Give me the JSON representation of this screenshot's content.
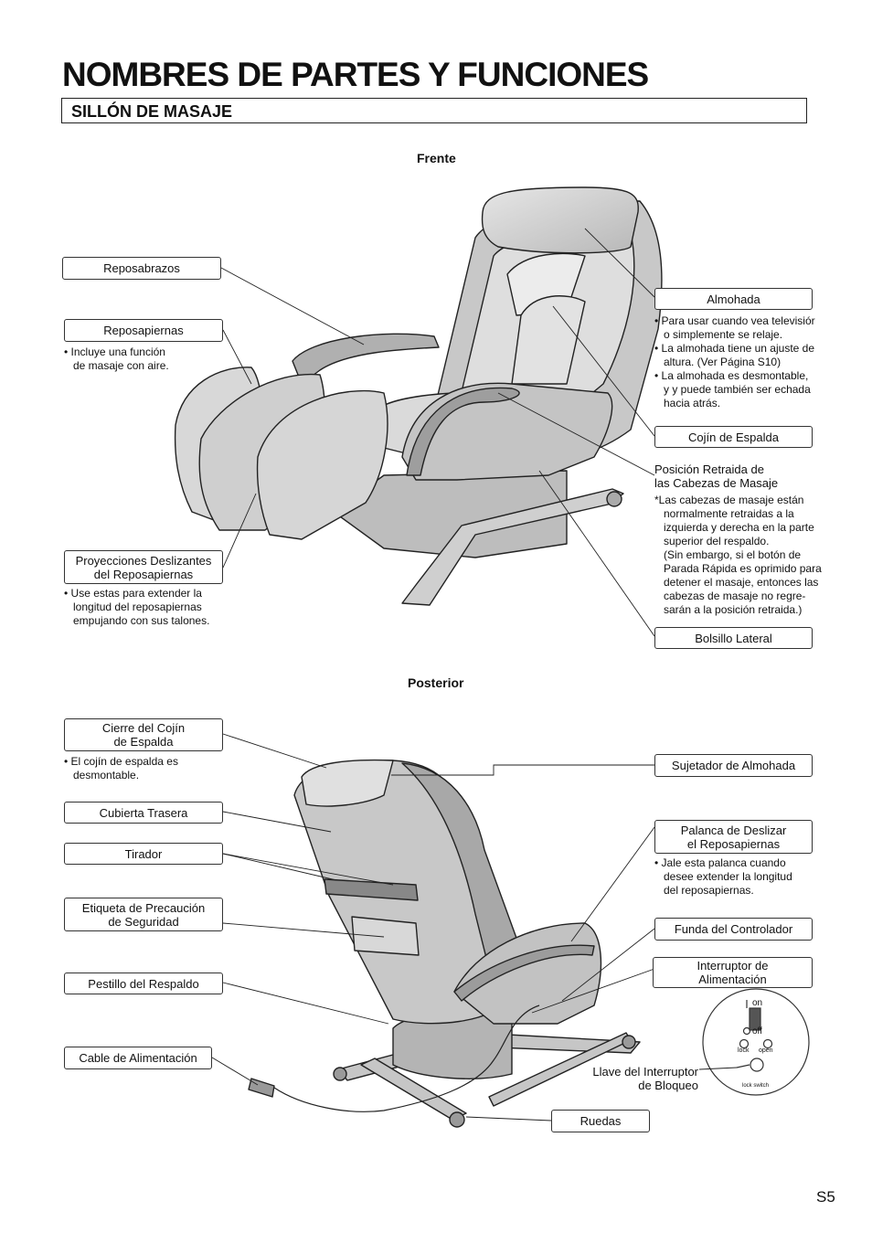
{
  "title": "NOMBRES DE PARTES Y FUNCIONES",
  "section": "SILLÓN DE MASAJE",
  "front": {
    "heading": "Frente",
    "reposabrazos": "Reposabrazos",
    "reposapiernas": "Reposapiernas",
    "reposapiernas_notes": [
      "Incluye una función\nde masaje con aire."
    ],
    "proyecciones": "Proyecciones Deslizantes\ndel Reposapiernas",
    "proyecciones_notes": [
      "Use estas para extender la\nlongitud del reposapiernas\nempujando con sus talones."
    ],
    "almohada": "Almohada",
    "almohada_notes": [
      "Para usar cuando vea televisiór\no simplemente se relaje.",
      "La almohada tiene un ajuste de\naltura. (Ver Página S10)",
      "La almohada es desmontable,\ny y puede también ser echada\nhacia atrás."
    ],
    "cojin": "Cojín de Espalda",
    "posicion_title": "Posición Retraida de\nlas Cabezas de Masaje",
    "posicion_note": "Las cabezas de masaje están\nnormalmente retraidas a la\nizquierda y derecha en la parte\nsuperior del respaldo.\n(Sin embargo, si el botón de\nParada Rápida es oprimido para\ndetener el masaje, entonces las\ncabezas de masaje no regre-\nsarán a la posición retraida.)",
    "bolsillo": "Bolsillo Lateral"
  },
  "rear": {
    "heading": "Posterior",
    "cierre": "Cierre del Cojín\nde Espalda",
    "cierre_notes": [
      "El cojín de espalda es\ndesmontable."
    ],
    "cubierta": "Cubierta Trasera",
    "tirador": "Tirador",
    "etiqueta": "Etiqueta de Precaución\nde Seguridad",
    "pestillo": "Pestillo del Respaldo",
    "cable": "Cable de Alimentación",
    "sujetador": "Sujetador de Almohada",
    "palanca": "Palanca de Deslizar\nel Reposapiernas",
    "palanca_notes": [
      "Jale esta palanca cuando\ndesee extender la longitud\ndel reposapiernas."
    ],
    "funda": "Funda del Controlador",
    "interruptor": "Interruptor de\nAlimentación",
    "llave": "Llave del Interruptor\nde Bloqueo",
    "ruedas": "Ruedas",
    "switch": {
      "on": "on",
      "off": "off",
      "lock": "lock",
      "open": "open",
      "lock_switch": "lock switch"
    }
  },
  "page_number": "S5"
}
